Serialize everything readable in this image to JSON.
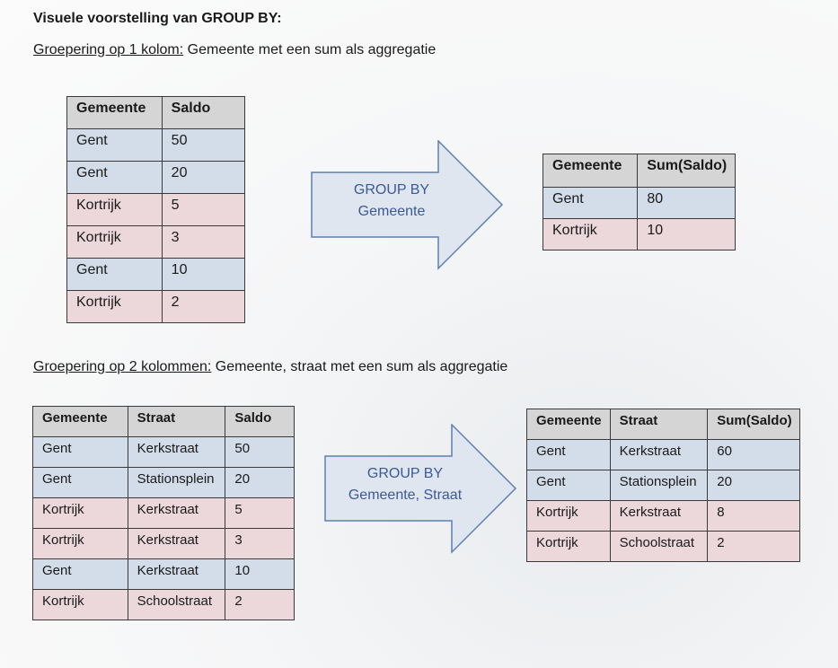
{
  "title": "Visuele voorstelling van GROUP BY:",
  "section1": {
    "heading_underlined": "Groepering op 1 kolom:",
    "heading_rest": " Gemeente met een sum als aggregatie",
    "input_table": {
      "headers": [
        "Gemeente",
        "Saldo"
      ],
      "rows": [
        {
          "group": "Gent",
          "cells": [
            "Gent",
            "50"
          ]
        },
        {
          "group": "Gent",
          "cells": [
            "Gent",
            "20"
          ]
        },
        {
          "group": "Kortrijk",
          "cells": [
            "Kortrijk",
            "5"
          ]
        },
        {
          "group": "Kortrijk",
          "cells": [
            "Kortrijk",
            "3"
          ]
        },
        {
          "group": "Gent",
          "cells": [
            "Gent",
            "10"
          ]
        },
        {
          "group": "Kortrijk",
          "cells": [
            "Kortrijk",
            "2"
          ]
        }
      ]
    },
    "arrow_label_line1": "GROUP BY",
    "arrow_label_line2": "Gemeente",
    "output_table": {
      "headers": [
        "Gemeente",
        "Sum(Saldo)"
      ],
      "rows": [
        {
          "group": "Gent",
          "cells": [
            "Gent",
            "80"
          ]
        },
        {
          "group": "Kortrijk",
          "cells": [
            "Kortrijk",
            "10"
          ]
        }
      ]
    }
  },
  "section2": {
    "heading_underlined": "Groepering op 2 kolommen:",
    "heading_rest": " Gemeente, straat met een sum als aggregatie",
    "input_table": {
      "headers": [
        "Gemeente",
        "Straat",
        "Saldo"
      ],
      "rows": [
        {
          "group": "Gent",
          "cells": [
            "Gent",
            "Kerkstraat",
            "50"
          ]
        },
        {
          "group": "Gent",
          "cells": [
            "Gent",
            "Stationsplein",
            "20"
          ]
        },
        {
          "group": "Kortrijk",
          "cells": [
            "Kortrijk",
            "Kerkstraat",
            "5"
          ]
        },
        {
          "group": "Kortrijk",
          "cells": [
            "Kortrijk",
            "Kerkstraat",
            "3"
          ]
        },
        {
          "group": "Gent",
          "cells": [
            "Gent",
            "Kerkstraat",
            "10"
          ]
        },
        {
          "group": "Kortrijk",
          "cells": [
            "Kortrijk",
            "Schoolstraat",
            "2"
          ]
        }
      ]
    },
    "arrow_label_line1": "GROUP BY",
    "arrow_label_line2": "Gemeente, Straat",
    "output_table": {
      "headers": [
        "Gemeente",
        "Straat",
        "Sum(Saldo)"
      ],
      "rows": [
        {
          "group": "Gent",
          "cells": [
            "Gent",
            "Kerkstraat",
            "60"
          ]
        },
        {
          "group": "Gent",
          "cells": [
            "Gent",
            "Stationsplein",
            "20"
          ]
        },
        {
          "group": "Kortrijk",
          "cells": [
            "Kortrijk",
            "Kerkstraat",
            "8"
          ]
        },
        {
          "group": "Kortrijk",
          "cells": [
            "Kortrijk",
            "Schoolstraat",
            "2"
          ]
        }
      ]
    }
  },
  "colors": {
    "gent_row": "#d3dce9",
    "kortrijk_row": "#ecd7db",
    "header": "#d5d5d5",
    "arrow_fill": "#dfe6ef",
    "arrow_stroke": "#5b7fb6",
    "arrow_text": "#3b5998"
  }
}
